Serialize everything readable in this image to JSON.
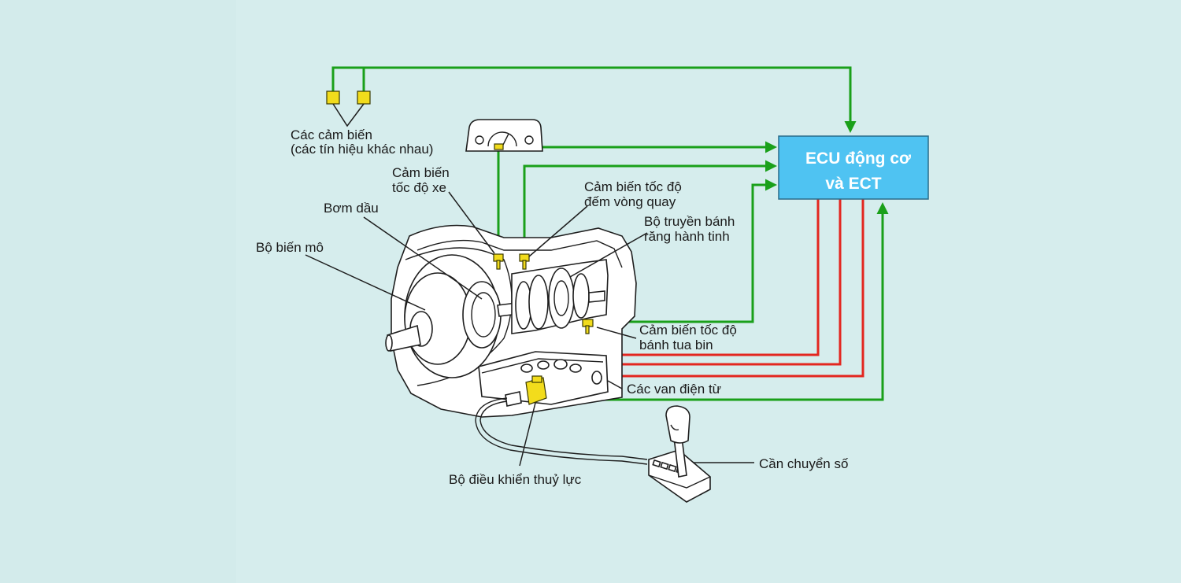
{
  "ecu": {
    "line1": "ECU động cơ",
    "line2": "và ECT",
    "fill_color": "#4fc3f2"
  },
  "labels": {
    "sensors_line1": "Các cảm biến",
    "sensors_line2": "(các tín hiệu khác nhau)",
    "vehicle_speed_line1": "Cảm biến",
    "vehicle_speed_line2": "tốc độ xe",
    "oil_pump": "Bơm dầu",
    "torque_converter": "Bộ biến mô",
    "counter_speed_line1": "Cảm biến tốc độ",
    "counter_speed_line2": "đếm vòng quay",
    "planetary_line1": "Bộ truyền bánh",
    "planetary_line2": "răng hành tinh",
    "turbine_speed_line1": "Cảm biến tốc độ",
    "turbine_speed_line2": "bánh tua bin",
    "solenoid_valves": "Các van điện từ",
    "shift_lever": "Cần chuyển số",
    "hydraulic_control": "Bộ điều khiển thuỷ lực"
  },
  "colors": {
    "background": "#d3ebeb",
    "input_signal": "#1aa01a",
    "output_signal": "#e3261f",
    "sensor": "#f2dc1c"
  }
}
